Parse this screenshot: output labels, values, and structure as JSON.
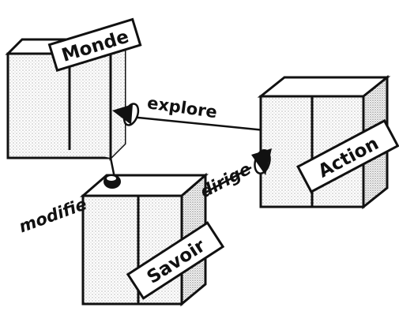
{
  "diagram": {
    "nodes": {
      "monde": "Monde",
      "action": "Action",
      "savoir": "Savoir"
    },
    "edges": {
      "explore": "explore",
      "dirige": "dirige",
      "modifie": "modifie"
    }
  },
  "colors": {
    "ink": "#111111",
    "paper": "#ffffff",
    "stipple": "#8a8a8a"
  }
}
